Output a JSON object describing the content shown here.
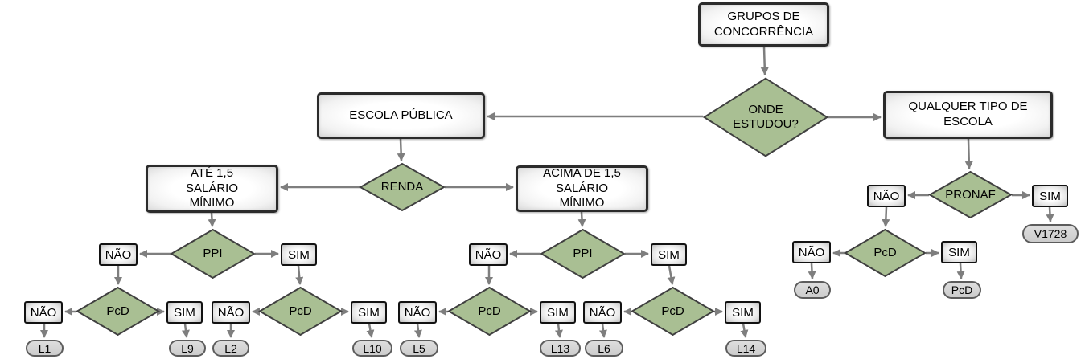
{
  "title": "GRUPOS DE CONCORRÊNCIA",
  "colors": {
    "diamond_fill": "#a9bf93",
    "diamond_border": "#404040",
    "connector_gray": "#7e7e7e",
    "box_border": "#2b2b2b",
    "leaf_fill": "#d6d6d6",
    "background": "#ffffff"
  },
  "answers": {
    "yes": "SIM",
    "no": "NÃO"
  },
  "nodes": {
    "root": "GRUPOS DE CONCORRÊNCIA",
    "onde_estudou": "ONDE ESTUDOU?",
    "escola_publica": "ESCOLA PÚBLICA",
    "qualquer_tipo": "QUALQUER TIPO DE ESCOLA",
    "renda": "RENDA",
    "ate_15": "ATÉ 1,5 SALÁRIO MÍNIMO",
    "acima_15": "ACIMA DE 1,5 SALÁRIO MÍNIMO",
    "ppi": "PPI",
    "pcd": "PcD",
    "pronaf": "PRONAF"
  },
  "leaves": {
    "l1": "L1",
    "l9": "L9",
    "l2": "L2",
    "l10": "L10",
    "l5": "L5",
    "l13": "L13",
    "l6": "L6",
    "l14": "L14",
    "v1728": "V1728",
    "a0": "A0",
    "pcd": "PcD"
  }
}
